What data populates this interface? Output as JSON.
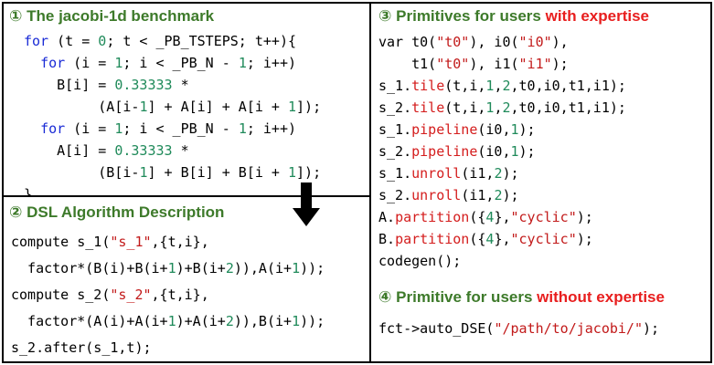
{
  "panel1": {
    "num": "①",
    "title": "The jacobi-1d benchmark",
    "lines": [
      [
        {
          "t": "for",
          "c": "kw"
        },
        {
          "t": " (t = "
        },
        {
          "t": "0",
          "c": "num"
        },
        {
          "t": "; t < _PB_TSTEPS; t++){"
        }
      ],
      [
        {
          "t": "  "
        },
        {
          "t": "for",
          "c": "kw"
        },
        {
          "t": " (i = "
        },
        {
          "t": "1",
          "c": "num"
        },
        {
          "t": "; i < _PB_N - "
        },
        {
          "t": "1",
          "c": "num"
        },
        {
          "t": "; i++)"
        }
      ],
      [
        {
          "t": "    B[i] = "
        },
        {
          "t": "0.33333",
          "c": "num"
        },
        {
          "t": " *"
        }
      ],
      [
        {
          "t": "         (A[i-"
        },
        {
          "t": "1",
          "c": "num"
        },
        {
          "t": "] + A[i] + A[i + "
        },
        {
          "t": "1",
          "c": "num"
        },
        {
          "t": "]);"
        }
      ],
      [
        {
          "t": "  "
        },
        {
          "t": "for",
          "c": "kw"
        },
        {
          "t": " (i = "
        },
        {
          "t": "1",
          "c": "num"
        },
        {
          "t": "; i < _PB_N - "
        },
        {
          "t": "1",
          "c": "num"
        },
        {
          "t": "; i++)"
        }
      ],
      [
        {
          "t": "    A[i] = "
        },
        {
          "t": "0.33333",
          "c": "num"
        },
        {
          "t": " *"
        }
      ],
      [
        {
          "t": "         (B[i-"
        },
        {
          "t": "1",
          "c": "num"
        },
        {
          "t": "] + B[i] + B[i + "
        },
        {
          "t": "1",
          "c": "num"
        },
        {
          "t": "]);"
        }
      ],
      [
        {
          "t": "}"
        }
      ]
    ]
  },
  "panel2": {
    "num": "②",
    "title": "DSL Algorithm Description",
    "lines": [
      [
        {
          "t": "compute s_1("
        },
        {
          "t": "\"s_1\"",
          "c": "str"
        },
        {
          "t": ",{t,i},"
        }
      ],
      [
        {
          "t": "  factor*(B(i)+B(i+"
        },
        {
          "t": "1",
          "c": "num"
        },
        {
          "t": ")+B(i+"
        },
        {
          "t": "2",
          "c": "num"
        },
        {
          "t": ")),A(i+"
        },
        {
          "t": "1",
          "c": "num"
        },
        {
          "t": "));"
        }
      ],
      [
        {
          "t": "compute s_2("
        },
        {
          "t": "\"s_2\"",
          "c": "str"
        },
        {
          "t": ",{t,i},"
        }
      ],
      [
        {
          "t": "  factor*(A(i)+A(i+"
        },
        {
          "t": "1",
          "c": "num"
        },
        {
          "t": ")+A(i+"
        },
        {
          "t": "2",
          "c": "num"
        },
        {
          "t": ")),B(i+"
        },
        {
          "t": "1",
          "c": "num"
        },
        {
          "t": "));"
        }
      ],
      [
        {
          "t": "s_2.after(s_1,t);"
        }
      ]
    ]
  },
  "panel3": {
    "num": "③",
    "title_a": "Primitives for users ",
    "title_b": "with expertise",
    "lines": [
      [
        {
          "t": "var t0("
        },
        {
          "t": "\"t0\"",
          "c": "str"
        },
        {
          "t": "), i0("
        },
        {
          "t": "\"i0\"",
          "c": "str"
        },
        {
          "t": "),"
        }
      ],
      [
        {
          "t": "    t1("
        },
        {
          "t": "\"t0\"",
          "c": "str"
        },
        {
          "t": "), i1("
        },
        {
          "t": "\"i1\"",
          "c": "str"
        },
        {
          "t": ");"
        }
      ],
      [
        {
          "t": "s_1."
        },
        {
          "t": "tile",
          "c": "fn"
        },
        {
          "t": "(t,i,"
        },
        {
          "t": "1",
          "c": "num"
        },
        {
          "t": ","
        },
        {
          "t": "2",
          "c": "num"
        },
        {
          "t": ",t0,i0,t1,i1);"
        }
      ],
      [
        {
          "t": "s_2."
        },
        {
          "t": "tile",
          "c": "fn"
        },
        {
          "t": "(t,i,"
        },
        {
          "t": "1",
          "c": "num"
        },
        {
          "t": ","
        },
        {
          "t": "2",
          "c": "num"
        },
        {
          "t": ",t0,i0,t1,i1);"
        }
      ],
      [
        {
          "t": "s_1."
        },
        {
          "t": "pipeline",
          "c": "fn"
        },
        {
          "t": "(i0,"
        },
        {
          "t": "1",
          "c": "num"
        },
        {
          "t": ");"
        }
      ],
      [
        {
          "t": "s_2."
        },
        {
          "t": "pipeline",
          "c": "fn"
        },
        {
          "t": "(i0,"
        },
        {
          "t": "1",
          "c": "num"
        },
        {
          "t": ");"
        }
      ],
      [
        {
          "t": "s_1."
        },
        {
          "t": "unroll",
          "c": "fn"
        },
        {
          "t": "(i1,"
        },
        {
          "t": "2",
          "c": "num"
        },
        {
          "t": ");"
        }
      ],
      [
        {
          "t": "s_2."
        },
        {
          "t": "unroll",
          "c": "fn"
        },
        {
          "t": "(i1,"
        },
        {
          "t": "2",
          "c": "num"
        },
        {
          "t": ");"
        }
      ],
      [
        {
          "t": "A."
        },
        {
          "t": "partition",
          "c": "fn"
        },
        {
          "t": "({"
        },
        {
          "t": "4",
          "c": "num"
        },
        {
          "t": "},"
        },
        {
          "t": "\"cyclic\"",
          "c": "str"
        },
        {
          "t": ");"
        }
      ],
      [
        {
          "t": "B."
        },
        {
          "t": "partition",
          "c": "fn"
        },
        {
          "t": "({"
        },
        {
          "t": "4",
          "c": "num"
        },
        {
          "t": "},"
        },
        {
          "t": "\"cyclic\"",
          "c": "str"
        },
        {
          "t": ");"
        }
      ],
      [
        {
          "t": "codegen();"
        }
      ]
    ]
  },
  "panel4": {
    "num": "④",
    "title_a": "Primitive for users ",
    "title_b": "without expertise",
    "lines": [
      [
        {
          "t": "fct->auto_DSE("
        },
        {
          "t": "\"/path/to/jacobi/\"",
          "c": "str"
        },
        {
          "t": ");"
        }
      ]
    ]
  }
}
